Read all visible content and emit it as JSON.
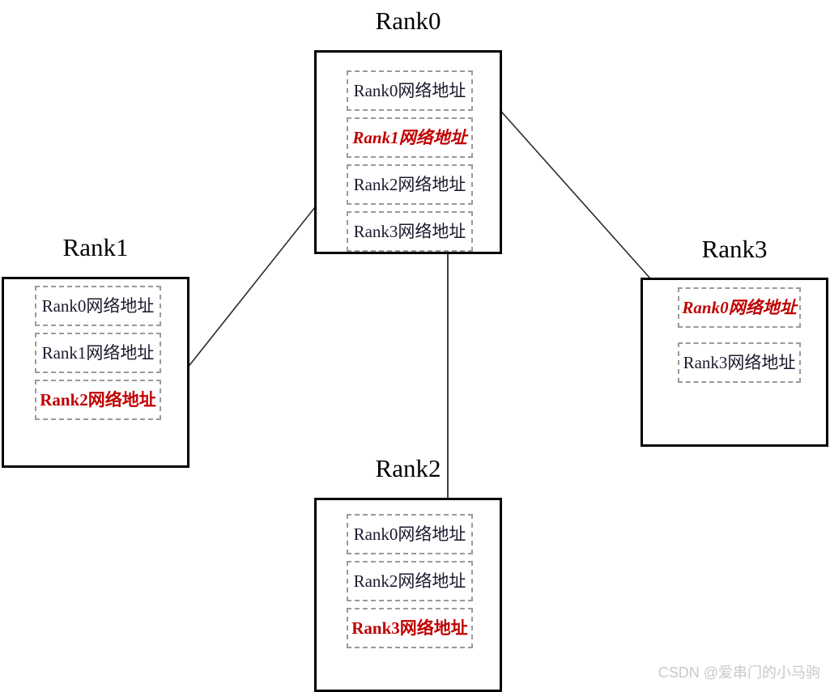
{
  "diagram": {
    "title_font_color": "#000000",
    "highlight_color": "#c00000",
    "normal_color": "#1a1a2e",
    "box_border_color": "#000000",
    "slot_border_color": "#9a9a9a",
    "background": "#ffffff"
  },
  "nodes": [
    {
      "id": "rank0",
      "title": "Rank0",
      "slots": [
        {
          "label": "Rank0网络地址",
          "highlight": false,
          "italic": false
        },
        {
          "label": "Rank1网络地址",
          "highlight": true,
          "italic": true
        },
        {
          "label": "Rank2网络地址",
          "highlight": false,
          "italic": false
        },
        {
          "label": "Rank3网络地址",
          "highlight": false,
          "italic": false
        }
      ]
    },
    {
      "id": "rank1",
      "title": "Rank1",
      "slots": [
        {
          "label": "Rank0网络地址",
          "highlight": false,
          "italic": false
        },
        {
          "label": "Rank1网络地址",
          "highlight": false,
          "italic": false
        },
        {
          "label": "Rank2网络地址",
          "highlight": true,
          "italic": false
        }
      ]
    },
    {
      "id": "rank3",
      "title": "Rank3",
      "slots": [
        {
          "label": "Rank0网络地址",
          "highlight": true,
          "italic": true
        },
        {
          "label": "Rank3网络地址",
          "highlight": false,
          "italic": false
        }
      ]
    },
    {
      "id": "rank2",
      "title": "Rank2",
      "slots": [
        {
          "label": "Rank0网络地址",
          "highlight": false,
          "italic": false
        },
        {
          "label": "Rank2网络地址",
          "highlight": false,
          "italic": false
        },
        {
          "label": "Rank3网络地址",
          "highlight": true,
          "italic": false
        }
      ]
    }
  ],
  "arrows": [
    {
      "id": "rank0-to-rank1",
      "from": "rank0.slot.Rank2网络地址",
      "to": "rank1.slot.Rank2网络地址"
    },
    {
      "id": "rank0-to-rank3",
      "from": "rank0.slot.Rank0网络地址",
      "to": "rank3.slot.Rank0网络地址"
    },
    {
      "id": "rank0-to-rank2",
      "from": "rank0.box.bottom",
      "to": "rank2.slot.Rank3网络地址"
    }
  ],
  "watermark": {
    "text": "CSDN @爱串门的小马驹"
  }
}
